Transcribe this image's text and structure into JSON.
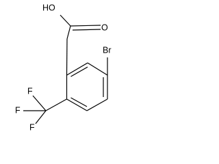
{
  "structure": {
    "atoms": {
      "oh": "HO",
      "carbonyl_o": "O",
      "br": "Br",
      "f_top": "F",
      "f_left": "F",
      "f_bottom": "F"
    }
  }
}
